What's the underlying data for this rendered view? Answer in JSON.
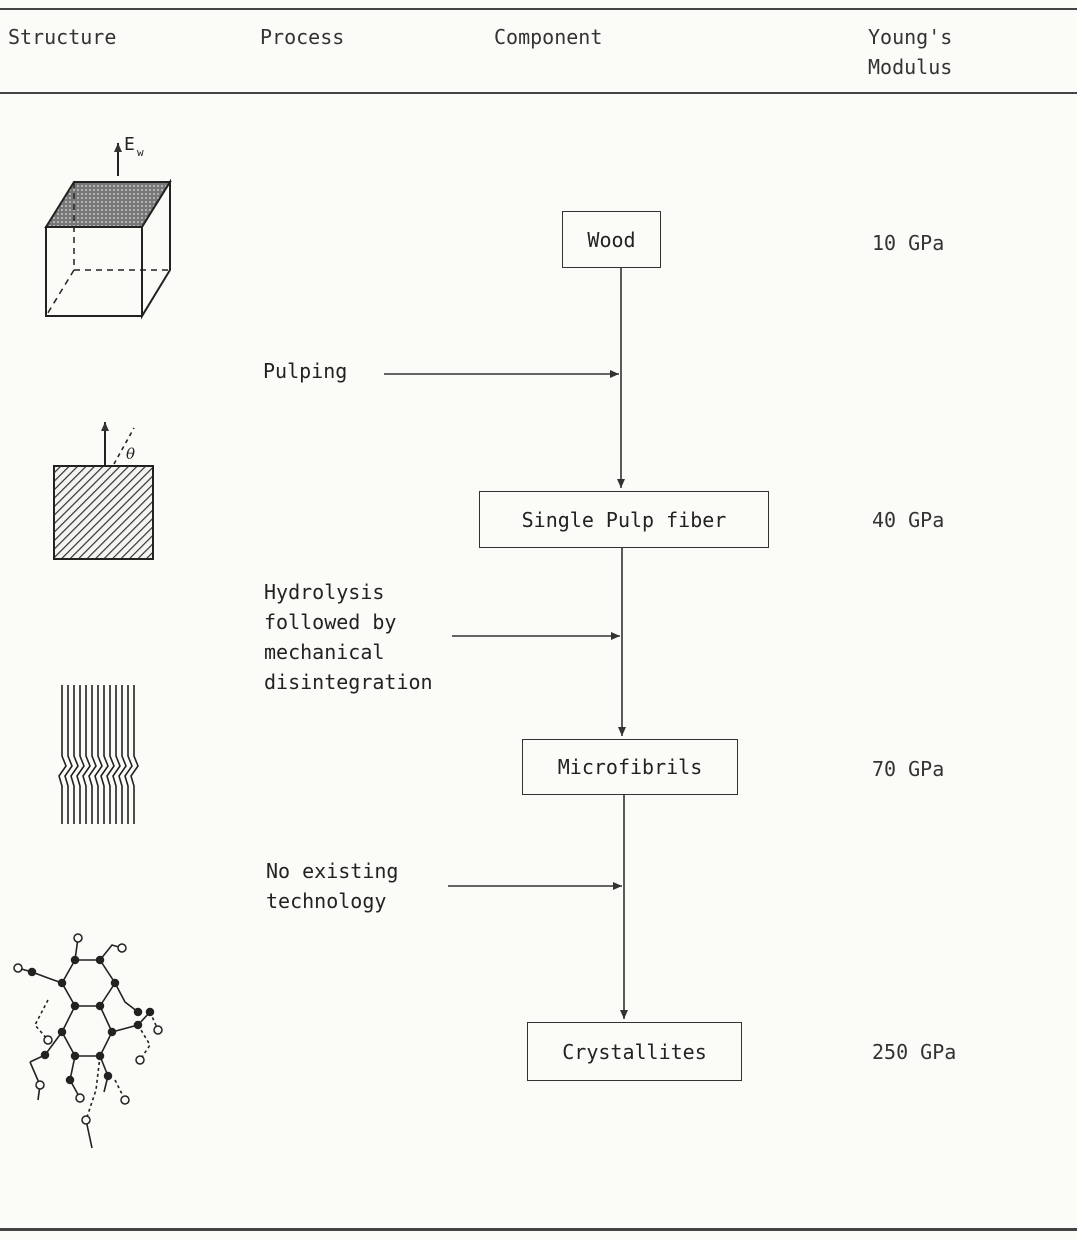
{
  "headers": {
    "structure": "Structure",
    "process": "Process",
    "component": "Component",
    "youngs_modulus": "Young's\nModulus"
  },
  "structure_figures": {
    "wood_block_label": "E",
    "wood_block_subscript": "w",
    "fiber_angle_label": "θ"
  },
  "components": [
    {
      "label": "Wood",
      "modulus": "10 GPa"
    },
    {
      "label": "Single Pulp fiber",
      "modulus": "40 GPa"
    },
    {
      "label": "Microfibrils",
      "modulus": "70 GPa"
    },
    {
      "label": "Crystallites",
      "modulus": "250 GPa"
    }
  ],
  "processes": [
    {
      "label": "Pulping"
    },
    {
      "label": "Hydrolysis\nfollowed by\nmechanical\ndisintegration"
    },
    {
      "label": "No existing\ntechnology"
    }
  ]
}
